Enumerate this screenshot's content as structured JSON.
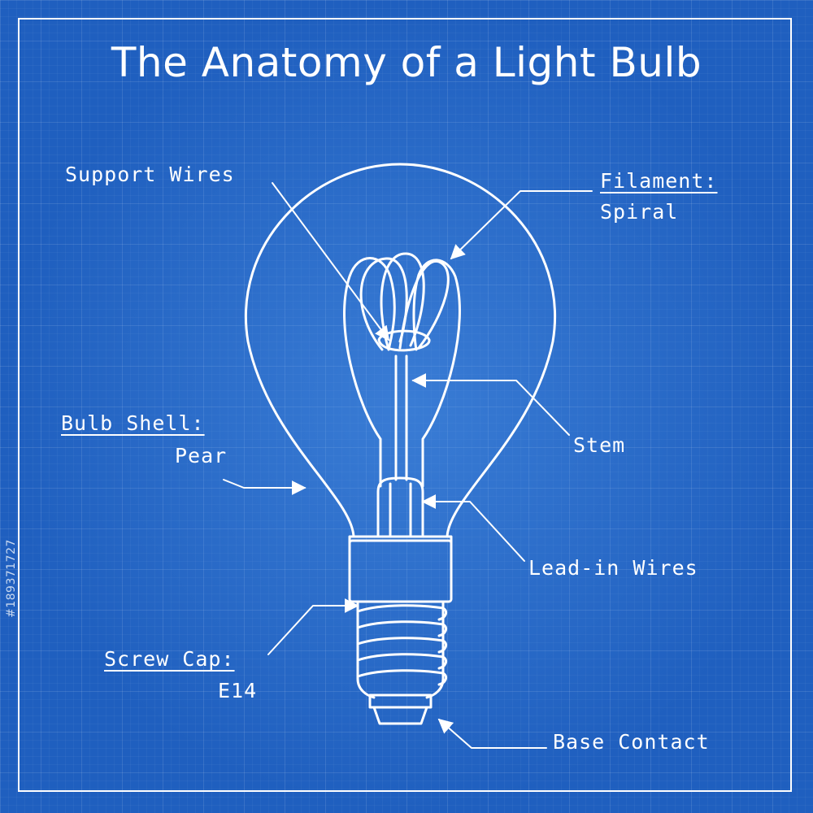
{
  "title": "The Anatomy of a Light Bulb",
  "colors": {
    "background": "#1f5fbf",
    "lines": "#ffffff"
  },
  "labels": {
    "support_wires": "Support Wires",
    "filament": "Filament:",
    "filament_type": "Spiral",
    "stem": "Stem",
    "bulb_shell": "Bulb Shell:",
    "bulb_shell_type": "Pear",
    "lead_in_wires": "Lead-in Wires",
    "screw_cap": "Screw Cap:",
    "screw_cap_type": "E14",
    "base_contact": "Base Contact"
  },
  "watermark_id": "#189371727"
}
